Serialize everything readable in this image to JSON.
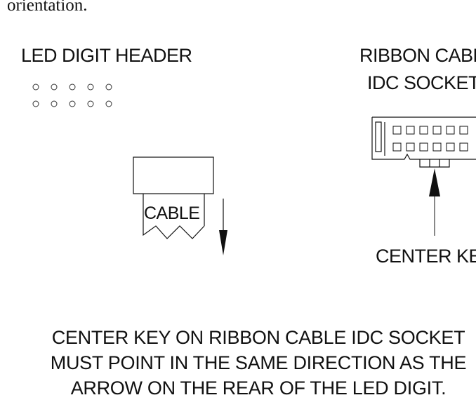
{
  "intro_text": "orientation.",
  "led_header_label": "LED DIGIT HEADER",
  "ribbon_label_line1": "RIBBON CABLE",
  "ribbon_label_line2": "IDC SOCKET",
  "cable_label": "CABLE",
  "center_key_label": "CENTER KEY",
  "note": {
    "line1": "CENTER KEY ON RIBBON CABLE IDC SOCKET",
    "line2": "MUST POINT IN THE SAME DIRECTION AS THE",
    "line3": "ARROW ON THE REAR OF THE LED DIGIT."
  }
}
